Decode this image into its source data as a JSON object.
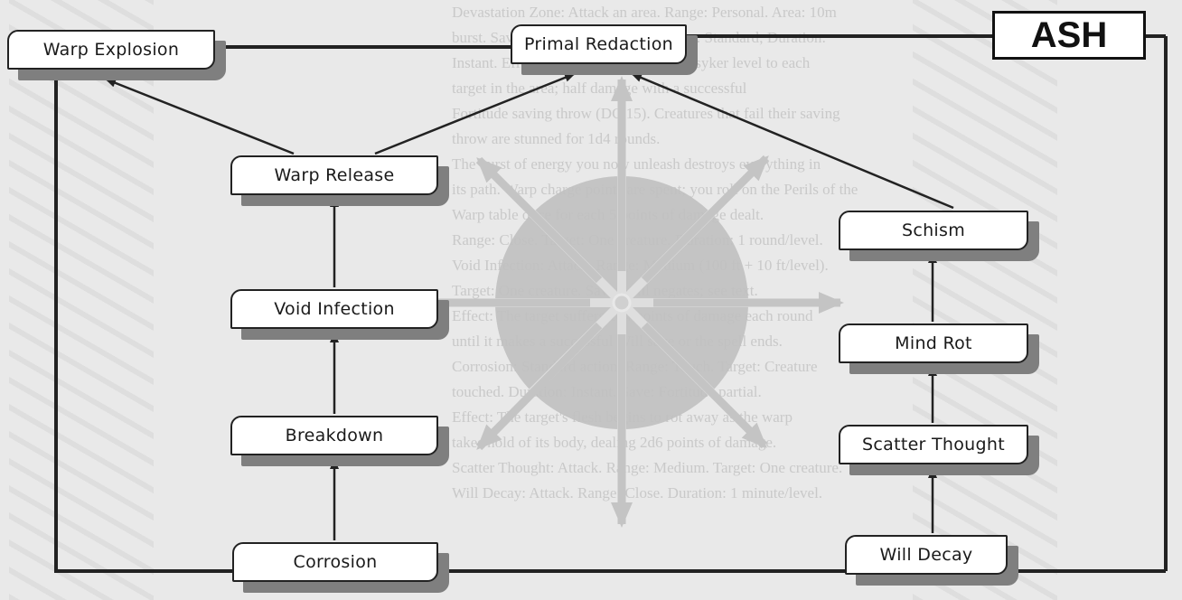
{
  "badge": "ASH",
  "nodes": {
    "warp_explosion": "Warp Explosion",
    "primal_redaction": "Primal Redaction",
    "warp_release": "Warp Release",
    "void_infection": "Void Infection",
    "breakdown": "Breakdown",
    "corrosion": "Corrosion",
    "schism": "Schism",
    "mind_rot": "Mind Rot",
    "scatter_thought": "Scatter Thought",
    "will_decay": "Will Decay"
  },
  "background_text": [
    "Devastation Zone: Attack an area. Range: Personal. Area: 10m",
    "burst. Save: Fortitude; see text. Resolve: Standard; Duration: ",
    "Instant. Effect: Deals 1d6 damage per psyker level to each",
    "target in the area; half damage with a successful",
    "Fortitude saving throw (DC 15). Creatures that fail their saving",
    "throw are stunned for 1d4 rounds.",
    "The burst of energy you now unleash destroys everything in",
    "its path. Warp charge points are spent; you roll on the Perils of the",
    "Warp table once for each 5 points of damage dealt.",
    "Range: Close. Target: One creature. Duration: 1 round/level.",
    "",
    "Void Infection: Attack. Range: Medium (100 ft + 10 ft/level).",
    "Target: One creature. Save: Will negates; see text.",
    "Effect: The target suffers 1d4 points of damage each round",
    "until it makes a successful Will save or the spell ends.",
    "",
    "Corrosion: Standard action. Range: Touch. Target: Creature",
    "touched. Duration: Instant. Save: Fortitude partial.",
    "Effect: The target's flesh begins to rot away as the warp",
    "takes hold of its body, dealing 2d6 points of damage.",
    "Scatter Thought: Attack. Range: Medium. Target: One creature.",
    "Will Decay: Attack. Range: Close. Duration: 1 minute/level."
  ]
}
